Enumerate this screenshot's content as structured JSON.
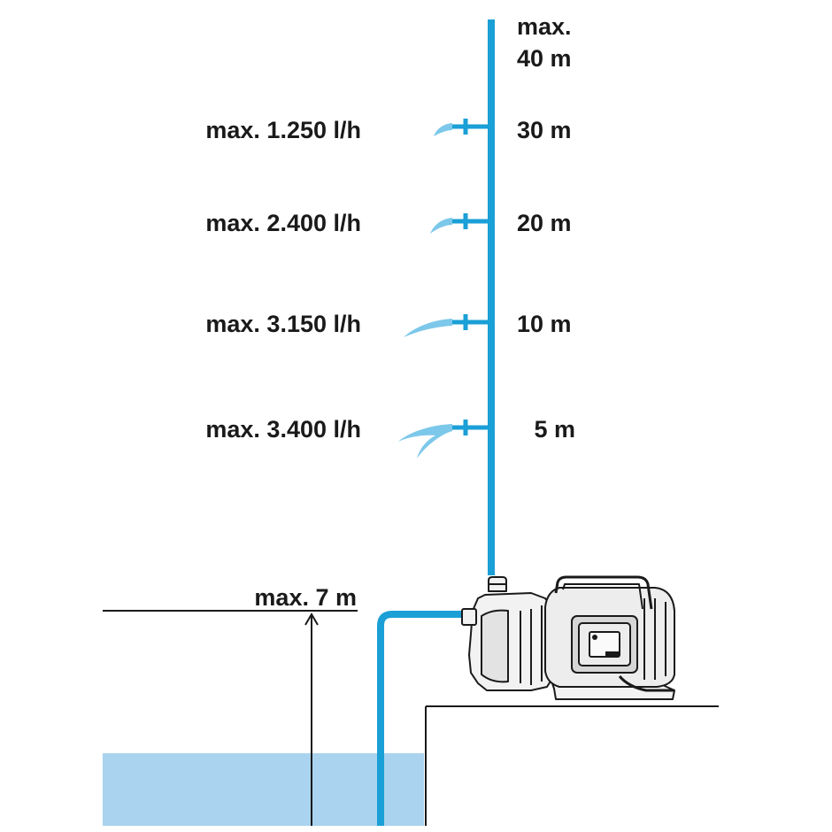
{
  "top_label": {
    "line1": "max.",
    "line2": "40 m"
  },
  "levels": [
    {
      "flow": "max. 1.250 l/h",
      "height": "30 m"
    },
    {
      "flow": "max. 2.400 l/h",
      "height": "20 m"
    },
    {
      "flow": "max. 3.150 l/h",
      "height": "10 m"
    },
    {
      "flow": "max. 3.400 l/h",
      "height": "5 m"
    }
  ],
  "suction": {
    "label": "max. 7 m"
  },
  "colors": {
    "pipe": "#1a9fd6",
    "water": "#a9d3ee",
    "spray": "#7cc8ea",
    "line": "#1a1a1a",
    "pump_body": "#f2f2f2"
  }
}
